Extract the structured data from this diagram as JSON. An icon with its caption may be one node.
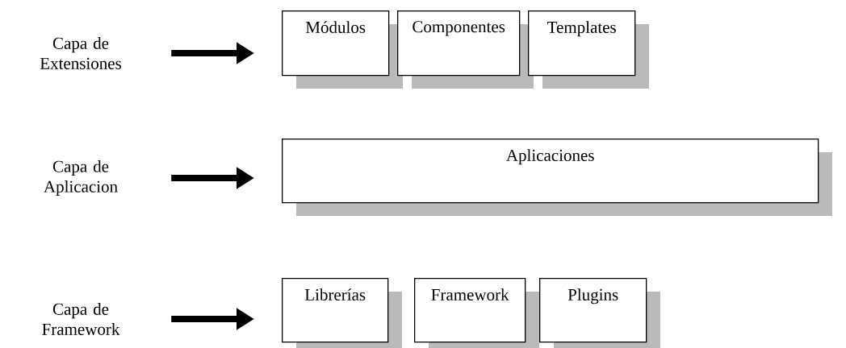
{
  "diagram": {
    "nodes": [
      {
        "text": [
          "Capa de Extensiones"
        ]
      },
      {
        "text": [
          "Módulos"
        ]
      },
      {
        "text": [
          "Componentes"
        ]
      },
      {
        "text": [
          "Templates"
        ]
      },
      {
        "text": [
          "Capa de Aplicacion"
        ]
      },
      {
        "text": [
          "Aplicaciones"
        ]
      },
      {
        "text": [
          "Capa de Framework"
        ]
      },
      {
        "text": [
          "Librerías"
        ]
      },
      {
        "text": [
          "Framework"
        ]
      },
      {
        "text": [
          "Plugins"
        ]
      }
    ],
    "edges": [
      {
        "from": 0,
        "to": 1,
        "arrow": "to"
      },
      {
        "from": 4,
        "to": 5,
        "arrow": "to"
      },
      {
        "from": 6,
        "to": 7,
        "arrow": "to"
      }
    ]
  }
}
